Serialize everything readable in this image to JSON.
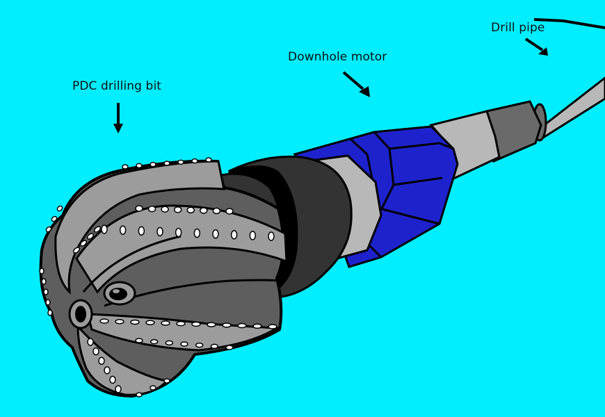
{
  "labels": {
    "bit": "PDC drilling bit",
    "motor": "Downhole motor",
    "pipe": "Drill pipe"
  },
  "colors": {
    "background": "#00EEFF",
    "outline": "#000000",
    "motor_blue": "#1E22CC",
    "pipe_light": "#B8B8B8",
    "pipe_dark": "#6A6A6A",
    "bit_body": "#5E5E5E",
    "bit_blades": "#9C9C9C",
    "cutters": "#FFFFFF"
  },
  "icons": {
    "arrow": "arrow-icon",
    "nozzle": "nozzle-icon",
    "cutter": "cutter-icon"
  }
}
